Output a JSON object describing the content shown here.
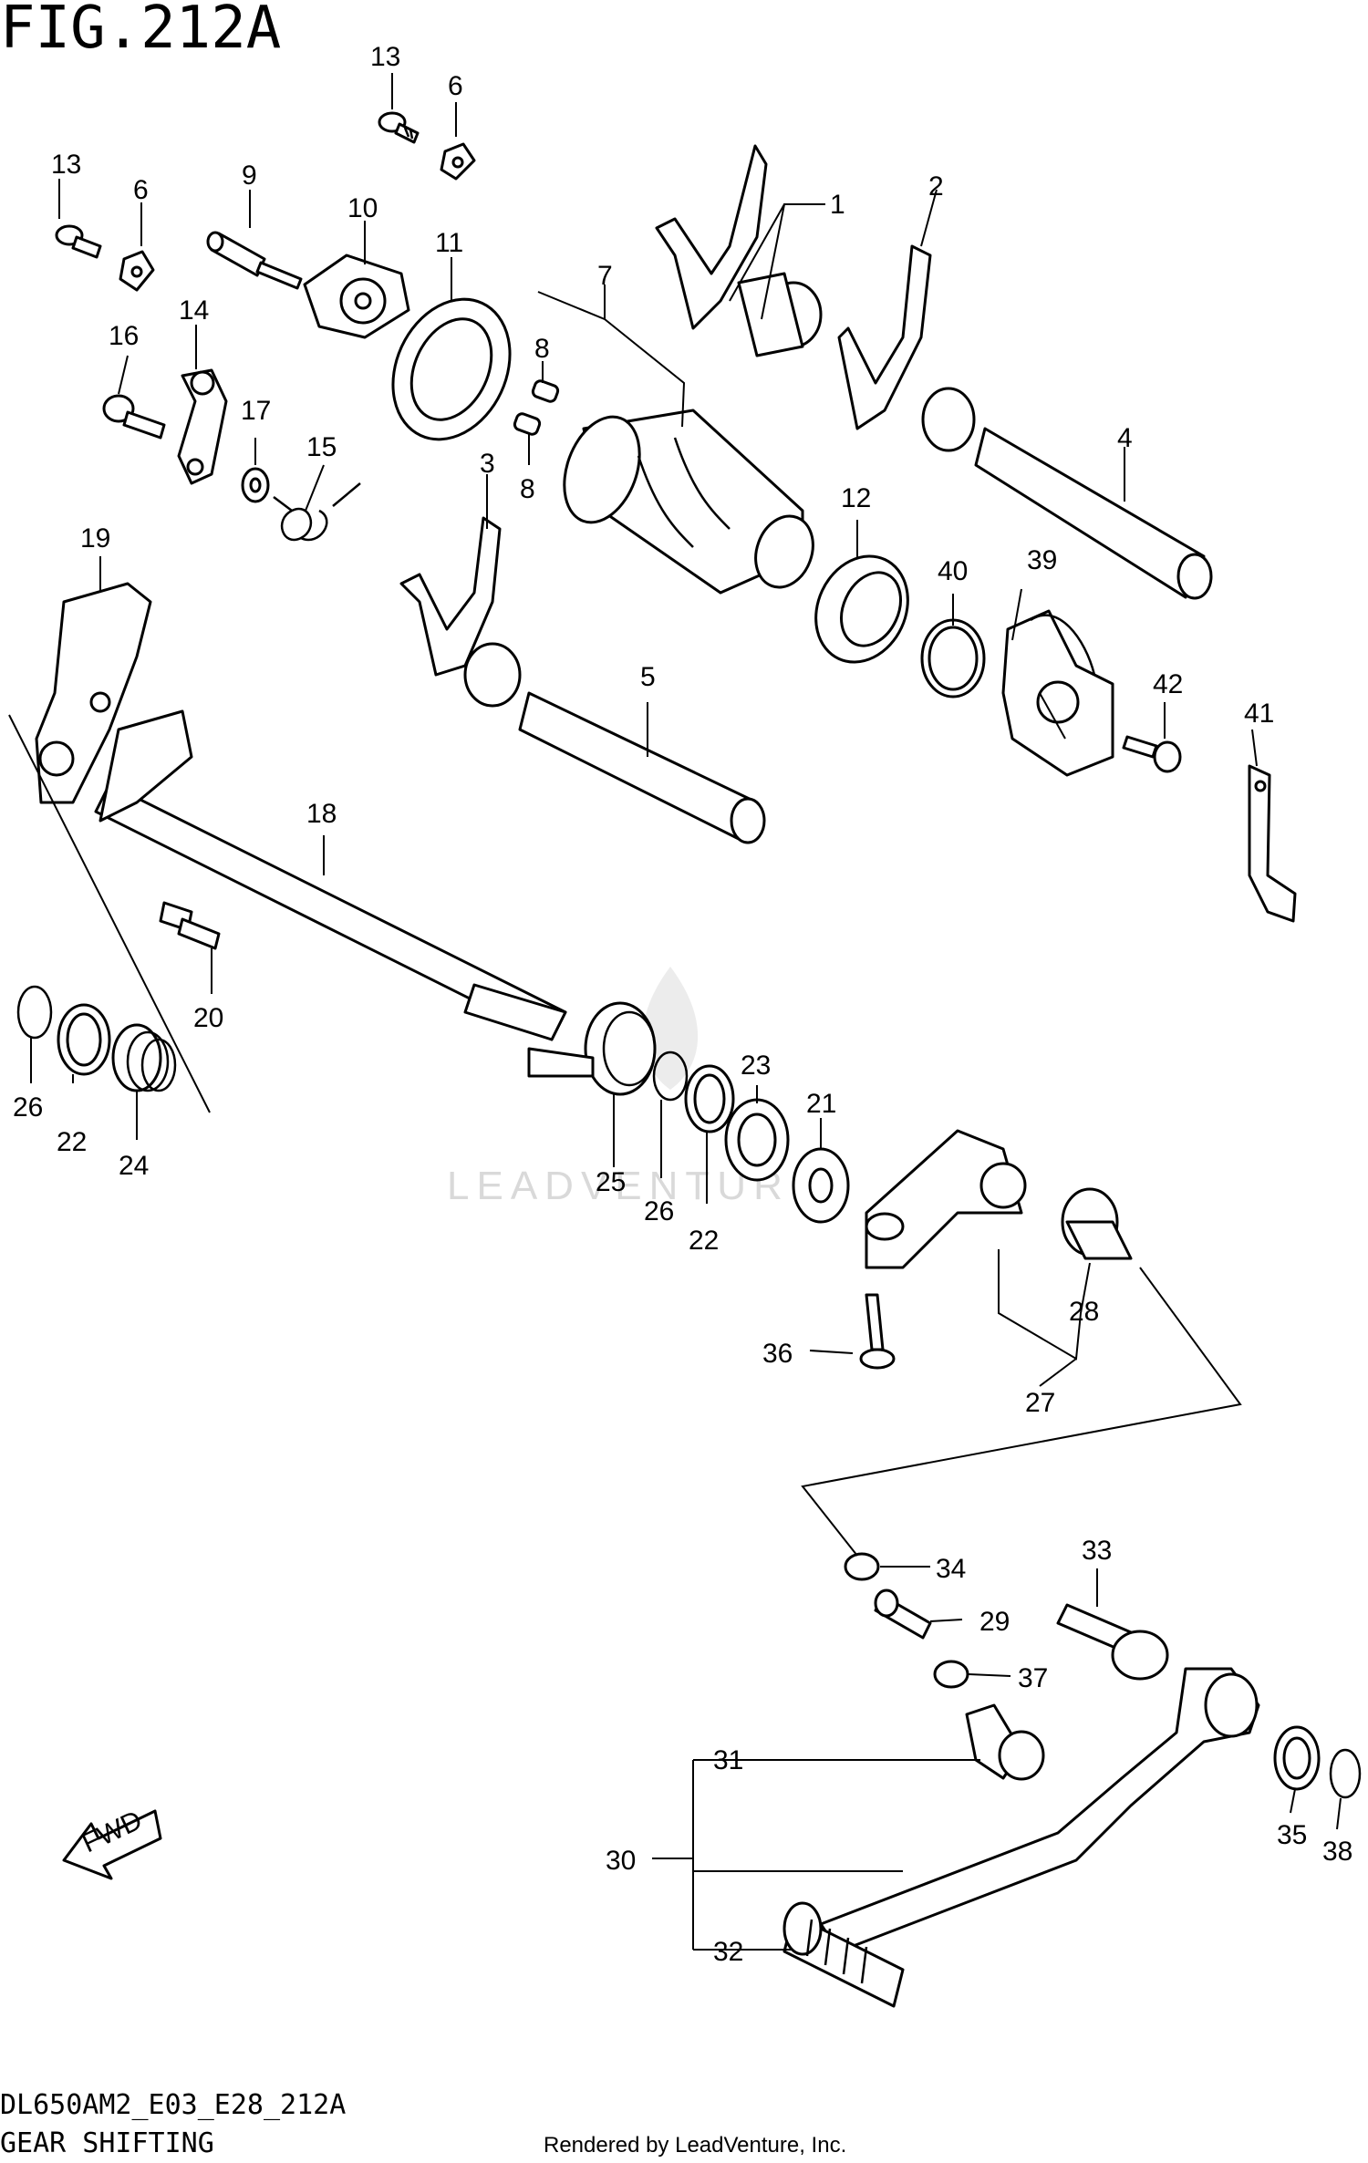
{
  "header": {
    "figure_id": "FIG.212A"
  },
  "footer": {
    "model_code": "DL650AM2_E03_E28_212A",
    "section_title": "GEAR SHIFTING",
    "credit": "Rendered by LeadVenture, Inc."
  },
  "watermark": {
    "text": "LEADVENTURE"
  },
  "icons": {
    "direction_arrow": "fwd-arrow-icon",
    "direction_label": "FWD"
  },
  "callouts": {
    "c1": "1",
    "c2": "2",
    "c3": "3",
    "c4": "4",
    "c5": "5",
    "c6a": "6",
    "c6b": "6",
    "c7": "7",
    "c8a": "8",
    "c8b": "8",
    "c9": "9",
    "c10": "10",
    "c11": "11",
    "c12": "12",
    "c13a": "13",
    "c13b": "13",
    "c14": "14",
    "c15": "15",
    "c16": "16",
    "c17": "17",
    "c18": "18",
    "c19": "19",
    "c20": "20",
    "c21": "21",
    "c22a": "22",
    "c22b": "22",
    "c23": "23",
    "c24": "24",
    "c25": "25",
    "c26a": "26",
    "c26b": "26",
    "c27": "27",
    "c28": "28",
    "c29": "29",
    "c30": "30",
    "c31": "31",
    "c32": "32",
    "c33": "33",
    "c34": "34",
    "c35": "35",
    "c36": "36",
    "c37": "37",
    "c38": "38",
    "c39": "39",
    "c40": "40",
    "c41": "41",
    "c42": "42"
  }
}
